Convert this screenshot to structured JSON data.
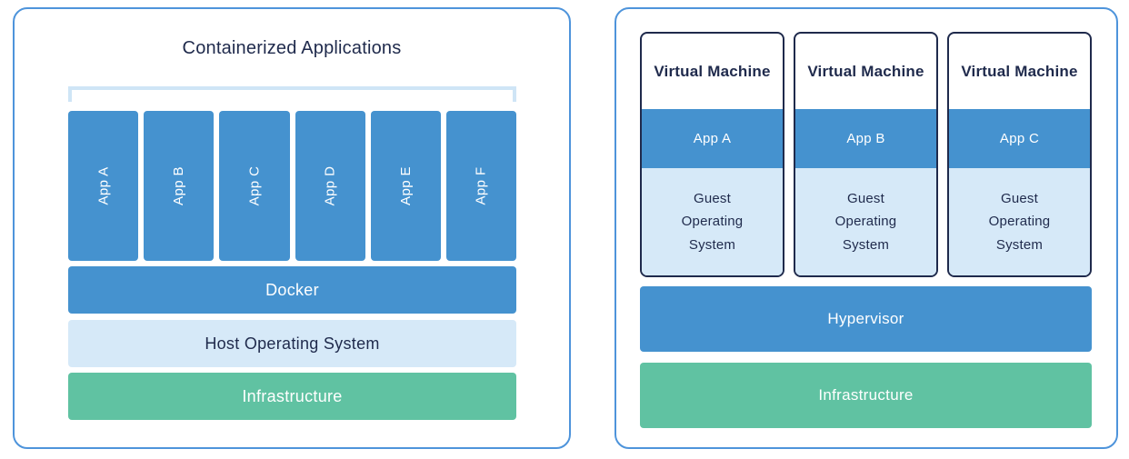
{
  "left_panel": {
    "title": "Containerized Applications",
    "apps": [
      "App A",
      "App B",
      "App C",
      "App D",
      "App E",
      "App F"
    ],
    "layers": [
      {
        "label": "Docker",
        "style": "blue"
      },
      {
        "label": "Host Operating System",
        "style": "light"
      },
      {
        "label": "Infrastructure",
        "style": "green"
      }
    ]
  },
  "right_panel": {
    "vms": [
      {
        "title": "Virtual Machine",
        "app": "App A",
        "os": "Guest Operating System"
      },
      {
        "title": "Virtual Machine",
        "app": "App B",
        "os": "Guest Operating System"
      },
      {
        "title": "Virtual Machine",
        "app": "App C",
        "os": "Guest Operating System"
      }
    ],
    "layers": [
      {
        "label": "Hypervisor",
        "style": "blue"
      },
      {
        "label": "Infrastructure",
        "style": "green"
      }
    ]
  },
  "colors": {
    "accent_blue": "#4592CF",
    "light_blue": "#D6E9F8",
    "green": "#60C2A2",
    "navy_text": "#1F2A4C",
    "panel_border": "#4E94DB",
    "bracket": "#CFE5F6"
  }
}
